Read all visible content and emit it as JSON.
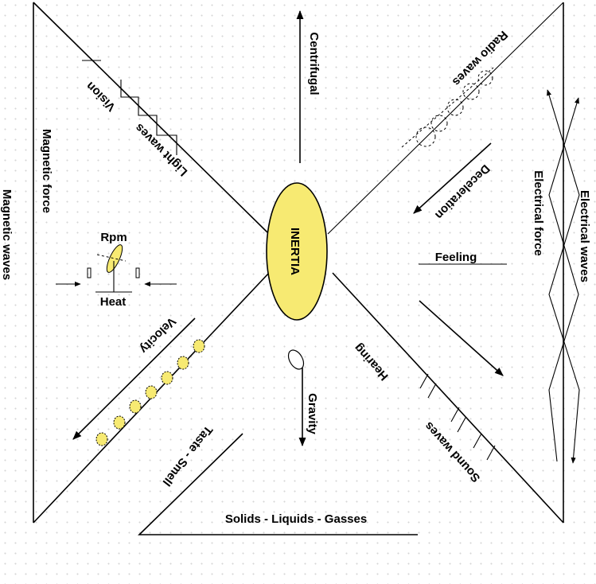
{
  "center": {
    "label": "INERTIA",
    "fill": "#f7ea72"
  },
  "labels": {
    "centrifugal": "Centrifugal",
    "radio_waves": "Radio waves",
    "vision": "Vision",
    "light_waves": "Light waves",
    "magnetic_force": "Magnetic force",
    "magnetic_waves": "Magnetic waves",
    "deceleration": "Deceleration",
    "electrical_force": "Electrical force",
    "electrical_waves": "Electrical waves",
    "feeling": "Feeling",
    "rpm": "Rpm",
    "heat": "Heat",
    "velocity": "Velocity",
    "gravity": "Gravity",
    "hearing": "Hearing",
    "sound_waves": "Sound waves",
    "taste_smell": "Taste - Smell",
    "states": "Solids - Liquids - Gasses"
  },
  "colors": {
    "accent_yellow": "#f7ea72",
    "line": "#000000"
  }
}
